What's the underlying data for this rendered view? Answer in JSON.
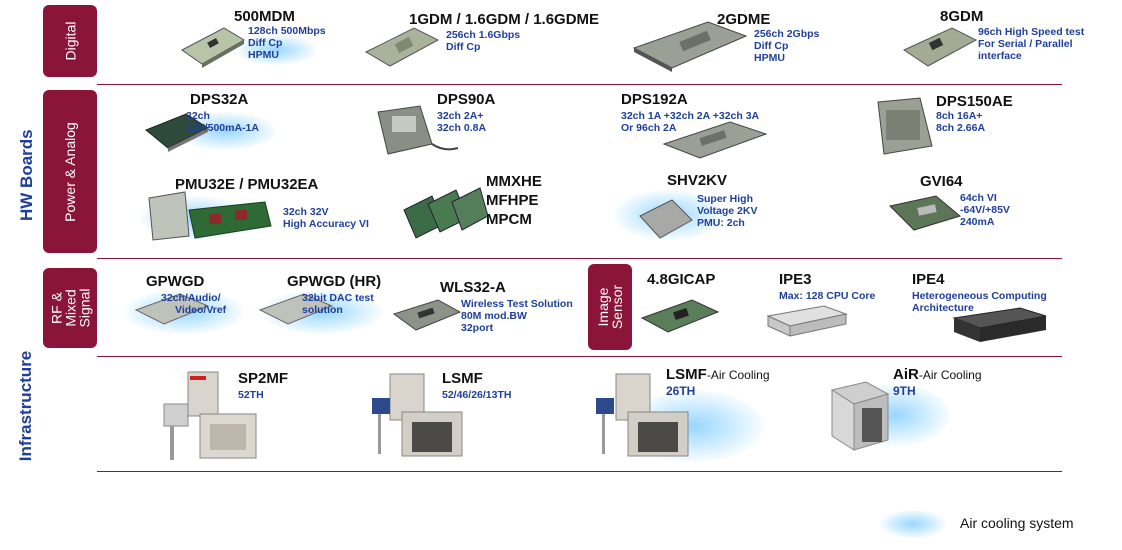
{
  "sections": {
    "hw_boards": "HW Boards",
    "infrastructure": "Infrastructure",
    "digital": "Digital",
    "power_analog": "Power & Analog",
    "rf_mixed": [
      "RF &",
      "Mixed",
      "Signal"
    ],
    "image_sensor": [
      "Image",
      "Sensor"
    ]
  },
  "products": {
    "p500mdm": {
      "name": "500MDM",
      "desc": [
        "128ch 500Mbps",
        "Diff Cp",
        "HPMU"
      ]
    },
    "p1gdm": {
      "name": "1GDM / 1.6GDM / 1.6GDME",
      "desc": [
        "256ch 1.6Gbps",
        "Diff Cp"
      ]
    },
    "p2gdme": {
      "name": "2GDME",
      "desc": [
        "256ch 2Gbps",
        "Diff Cp",
        "HPMU"
      ]
    },
    "p8gdm": {
      "name": "8GDM",
      "desc": [
        "96ch High Speed test",
        "For Serial / Parallel",
        "interface"
      ]
    },
    "dps32a": {
      "name": "DPS32A",
      "desc": [
        "32ch",
        "12V/500mA-1A"
      ]
    },
    "dps90a": {
      "name": "DPS90A",
      "desc": [
        "32ch 2A+",
        "32ch 0.8A"
      ]
    },
    "dps192a": {
      "name": "DPS192A",
      "desc": [
        "32ch 1A +32ch 2A +32ch 3A",
        "Or 96ch 2A"
      ]
    },
    "dps150ae": {
      "name": "DPS150AE",
      "desc": [
        "8ch 16A+",
        "8ch 2.66A"
      ]
    },
    "pmu32e": {
      "name": "PMU32E / PMU32EA",
      "desc": [
        "32ch 32V",
        "High Accuracy VI"
      ]
    },
    "mmxhe": {
      "name": [
        "MMXHE",
        "MFHPE",
        "MPCM"
      ]
    },
    "shv2kv": {
      "name": "SHV2KV",
      "desc": [
        "Super High",
        "Voltage 2KV",
        "PMU: 2ch"
      ]
    },
    "gvi64": {
      "name": "GVI64",
      "desc": [
        "64ch VI",
        "-64V/+85V",
        "240mA"
      ]
    },
    "gpwgd": {
      "name": "GPWGD",
      "desc": [
        "32ch/Audio/",
        "Video/Vref"
      ]
    },
    "gpwgdhr": {
      "name": "GPWGD (HR)",
      "desc": [
        "32bit DAC test",
        "solution"
      ]
    },
    "wls32a": {
      "name": "WLS32-A",
      "desc": [
        "Wireless Test Solution",
        "80M mod.BW",
        "32port"
      ]
    },
    "gicap": {
      "name": "4.8GICAP"
    },
    "ipe3": {
      "name": "IPE3",
      "desc": [
        "Max: 128 CPU Core"
      ]
    },
    "ipe4": {
      "name": "IPE4",
      "desc": [
        "Heterogeneous Computing",
        "Architecture"
      ]
    },
    "sp2mf": {
      "name": "SP2MF",
      "desc": [
        "52TH"
      ]
    },
    "lsmf": {
      "name": "LSMF",
      "desc": [
        "52/46/26/13TH"
      ]
    },
    "lsmfair": {
      "name": "LSMF",
      "suffix": "-Air Cooling",
      "desc": [
        "26TH"
      ]
    },
    "air": {
      "name": "AiR",
      "suffix": "-Air Cooling",
      "desc": [
        "9TH"
      ]
    }
  },
  "legend": {
    "label": "Air cooling system"
  },
  "colors": {
    "section_tab": "#8b1538",
    "label_blue": "#1f3f9b",
    "glow": "#8fd3ff"
  }
}
